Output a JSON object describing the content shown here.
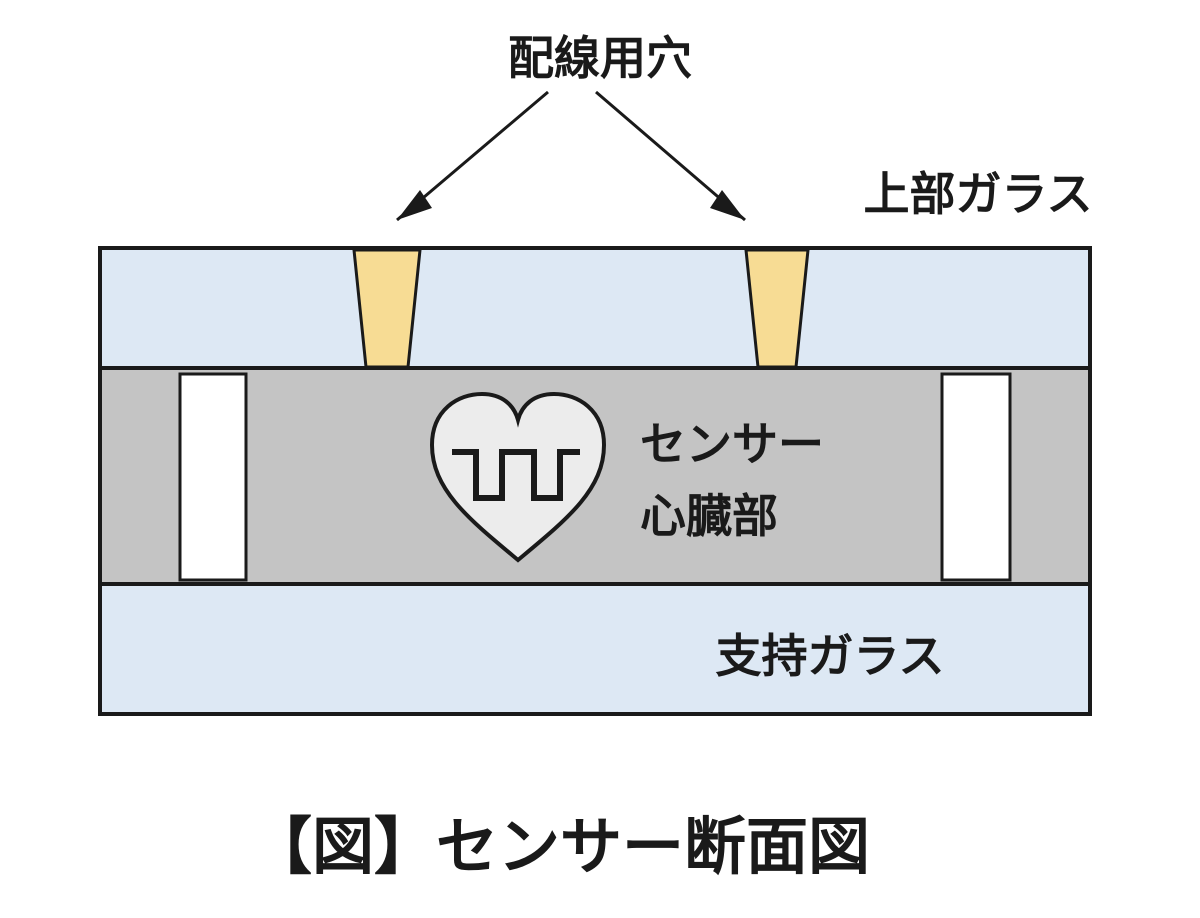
{
  "labels": {
    "wiring_holes": "配線用穴",
    "top_glass": "上部ガラス",
    "sensor_core_line1": "センサー",
    "sensor_core_line2": "心臓部",
    "support_glass": "支持ガラス",
    "caption": "【図】センサー断面図"
  },
  "colors": {
    "glass_fill": "#dde8f4",
    "core_fill": "#c4c4c4",
    "hole_fill": "#f7dc94",
    "gap_fill": "#ffffff",
    "heart_fill": "#ececec",
    "outline": "#1a1a1a"
  },
  "icons": {
    "core_symbol": "heart-icon",
    "waveform": "square-wave-icon"
  }
}
